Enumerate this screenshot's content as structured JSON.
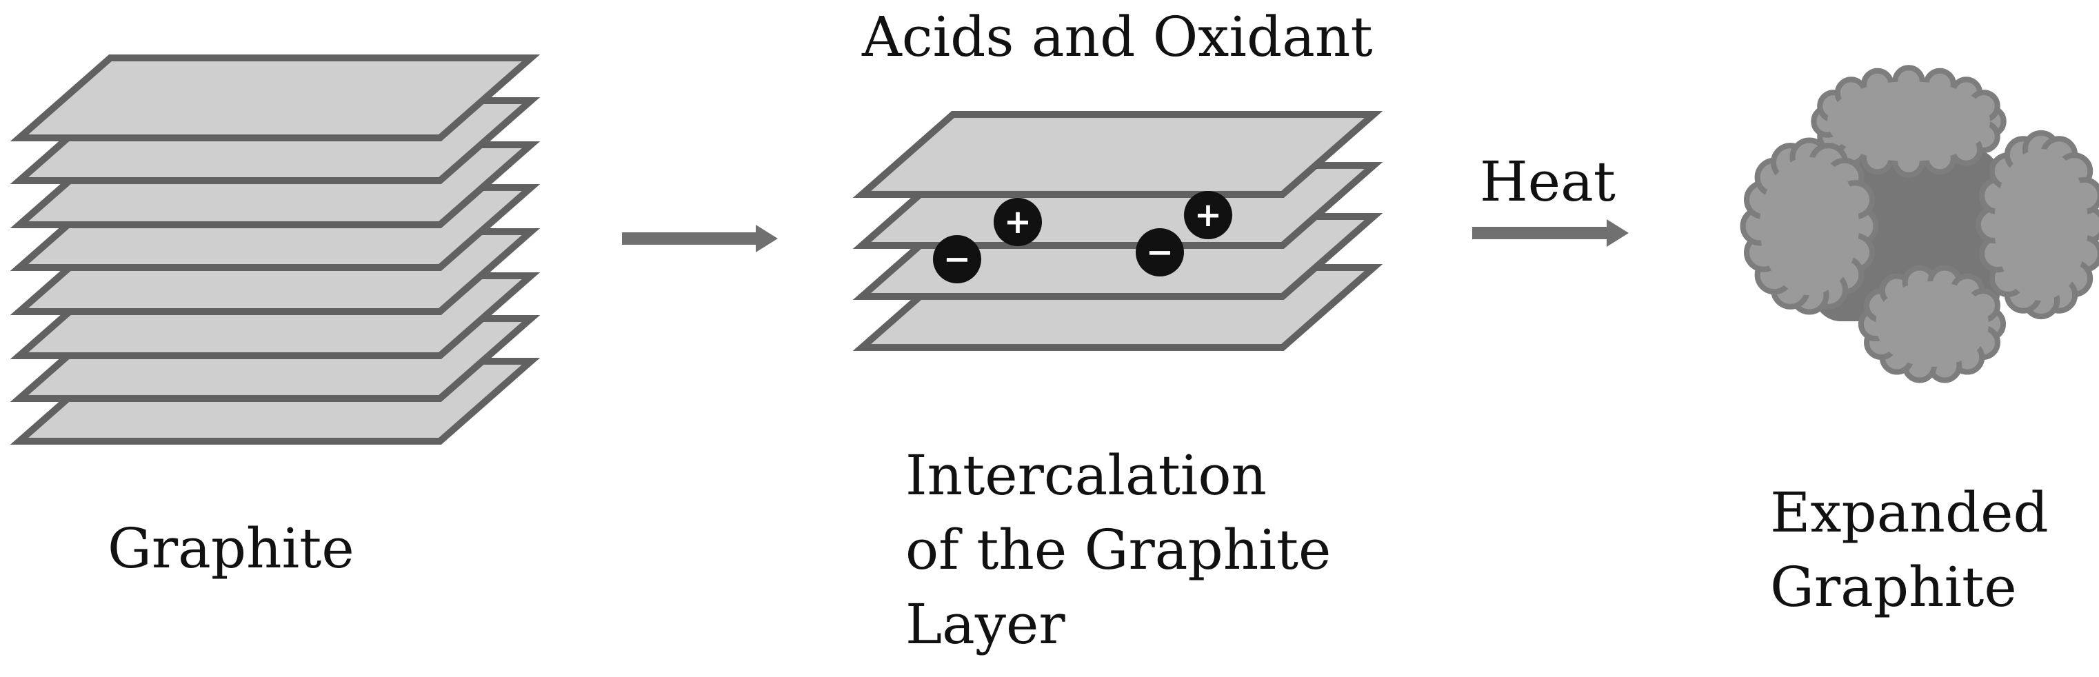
{
  "labels": {
    "graphite": "Graphite",
    "reagents": "Acids and Oxidant",
    "intercalation": [
      "Intercalation",
      "of the Graphite",
      "Layer"
    ],
    "heat": "Heat",
    "expanded": [
      "Expanded",
      "Graphite"
    ]
  },
  "ions": {
    "plus": "+",
    "minus": "−"
  },
  "colors": {
    "sheet_fill": "#cfcfcf",
    "sheet_stroke": "#616161",
    "arrow": "#707070",
    "ion_fill": "#111111",
    "ion_text": "#ffffff",
    "cloud_fill": "#9a9a9a",
    "cloud_stroke": "#7d7d7d",
    "cloud_core": "#777777"
  }
}
